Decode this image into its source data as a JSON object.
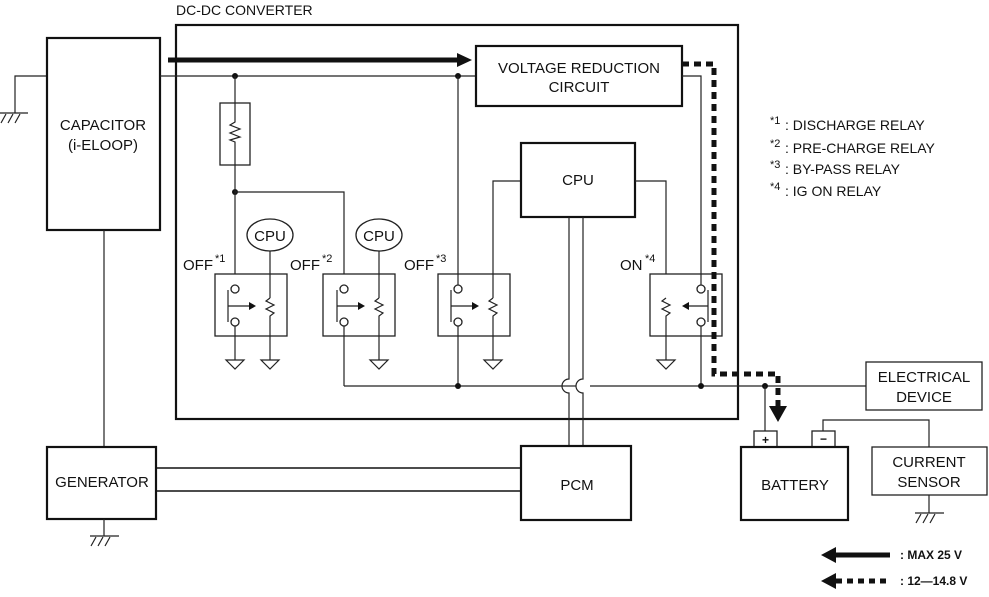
{
  "title": "DC-DC CONVERTER",
  "components": {
    "capacitor": {
      "line1": "CAPACITOR",
      "line2": "(i-ELOOP)"
    },
    "voltage_reduction": {
      "line1": "VOLTAGE REDUCTION",
      "line2": "CIRCUIT"
    },
    "cpu_main": "CPU",
    "cpu_small_1": "CPU",
    "cpu_small_2": "CPU",
    "generator": "GENERATOR",
    "pcm": "PCM",
    "battery": "BATTERY",
    "battery_plus": "+",
    "battery_minus": "−",
    "electrical_device": {
      "line1": "ELECTRICAL",
      "line2": "DEVICE"
    },
    "current_sensor": {
      "line1": "CURRENT",
      "line2": "SENSOR"
    }
  },
  "relays": [
    {
      "state": "OFF",
      "ref": "*1"
    },
    {
      "state": "OFF",
      "ref": "*2"
    },
    {
      "state": "OFF",
      "ref": "*3"
    },
    {
      "state": "ON",
      "ref": "*4"
    }
  ],
  "notes": [
    {
      "ref": "*1",
      "text": ": DISCHARGE RELAY"
    },
    {
      "ref": "*2",
      "text": ": PRE-CHARGE RELAY"
    },
    {
      "ref": "*3",
      "text": ": BY-PASS RELAY"
    },
    {
      "ref": "*4",
      "text": ": IG ON RELAY"
    }
  ],
  "legend": [
    {
      "style": "solid-arrow",
      "label": ": MAX 25 V"
    },
    {
      "style": "dotted-arrow",
      "label": ": 12—14.8 V"
    }
  ]
}
